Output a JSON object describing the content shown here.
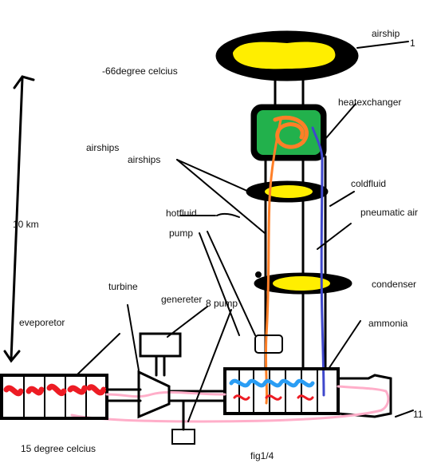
{
  "figure": {
    "caption": "fig1/4",
    "labels": {
      "airship": "airship",
      "airship_number": "1",
      "top_temperature": "-66degree celcius",
      "heat_exchanger": "heatexchanger",
      "airships_1": "airships",
      "airships_2": "airships",
      "cold_fluid": "coldfluid",
      "altitude": "10 km",
      "hot_fluid": "hotfluid",
      "pneumatic_air": "pneumatic air",
      "pump_upper": "pump",
      "turbine": "turbine",
      "generator": "genereter",
      "pump_8": "8 pump",
      "condenser": "condenser",
      "evaporator": "eveporetor",
      "ammonia": "ammonia",
      "number_11": "11",
      "bottom_temperature": "15 degree celcius"
    },
    "colors": {
      "outline": "#000000",
      "airship_fill": "#ffee00",
      "heat_exchanger_fill": "#22b14c",
      "hot_fluid": "#ff7f27",
      "cold_fluid": "#3f48cc",
      "coolant_blue": "#2a9df4",
      "evaporator_red": "#ed1c24",
      "pipe_pink": "#ffaec9"
    }
  }
}
